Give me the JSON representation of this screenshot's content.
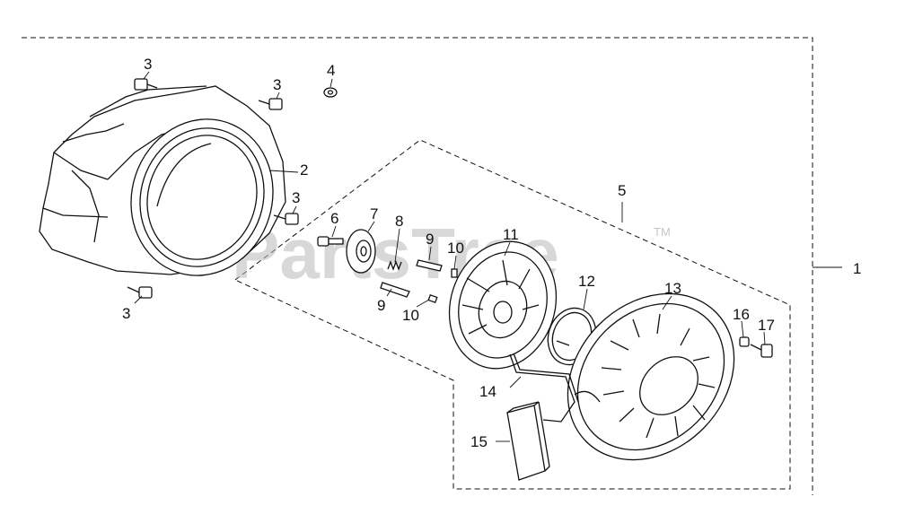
{
  "watermark": {
    "text": "PartsTree",
    "trademark": "TM"
  },
  "callouts": {
    "c1": "1",
    "c2": "2",
    "c3a": "3",
    "c3b": "3",
    "c3c": "3",
    "c3d": "3",
    "c4": "4",
    "c5": "5",
    "c6": "6",
    "c7": "7",
    "c8": "8",
    "c9a": "9",
    "c9b": "9",
    "c10a": "10",
    "c10b": "10",
    "c11": "11",
    "c12": "12",
    "c13": "13",
    "c14": "14",
    "c15": "15",
    "c16": "16",
    "c17": "17"
  },
  "colors": {
    "ink": "#111111",
    "watermark": "#b9b9b9",
    "background": "#ffffff"
  }
}
